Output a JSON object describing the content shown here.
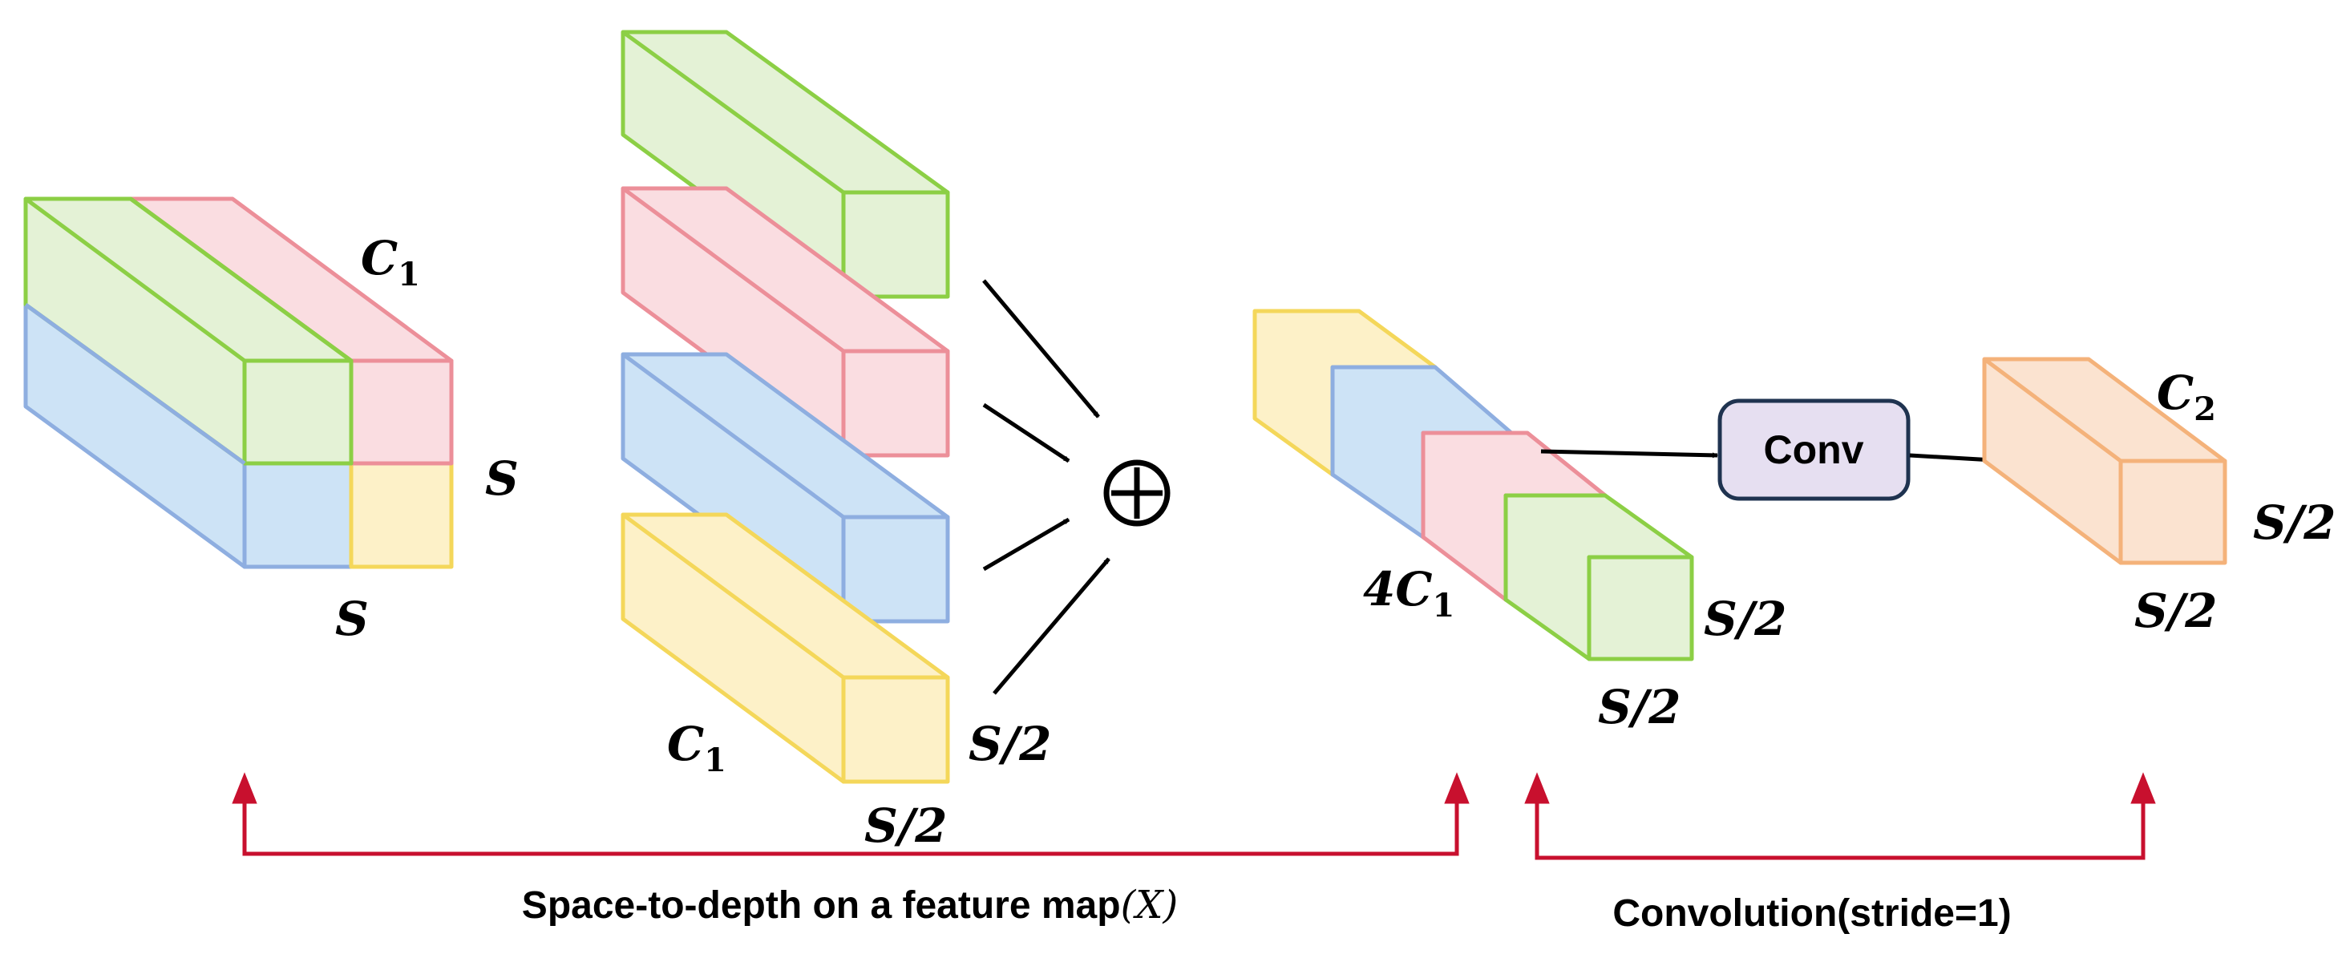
{
  "colors": {
    "green": {
      "stroke": "#8ccf45",
      "fill": "#e4f2d6"
    },
    "red": {
      "stroke": "#ec8f99",
      "fill": "#fadde1"
    },
    "blue": {
      "stroke": "#8eaee0",
      "fill": "#cde3f6"
    },
    "yellow": {
      "stroke": "#f4d75a",
      "fill": "#fdf1c8"
    },
    "orange": {
      "stroke": "#f4b27a",
      "fill": "#fbe3d0"
    },
    "conv": {
      "stroke": "#1f3350",
      "fill": "#e6dff1"
    },
    "bracket": "#c8102e",
    "arrow": "#000000"
  },
  "labels": {
    "input_channels": {
      "base": "C",
      "sub": "1"
    },
    "input_height": "S",
    "input_width": "S",
    "split_channels": {
      "base": "C",
      "sub": "1"
    },
    "split_height": "S/2",
    "split_width": "S/2",
    "concat_channels": {
      "prefix": "4",
      "base": "C",
      "sub": "1"
    },
    "concat_height": "S/2",
    "concat_width": "S/2",
    "output_channels": {
      "base": "C",
      "sub": "2"
    },
    "output_height": "S/2",
    "output_width": "S/2",
    "concat_symbol": "⊕",
    "conv_label": "Conv"
  },
  "captions": {
    "space_to_depth": {
      "text": "Space-to-depth on a feature map",
      "math": "(X)"
    },
    "convolution": "Convolution(stride=1)"
  }
}
